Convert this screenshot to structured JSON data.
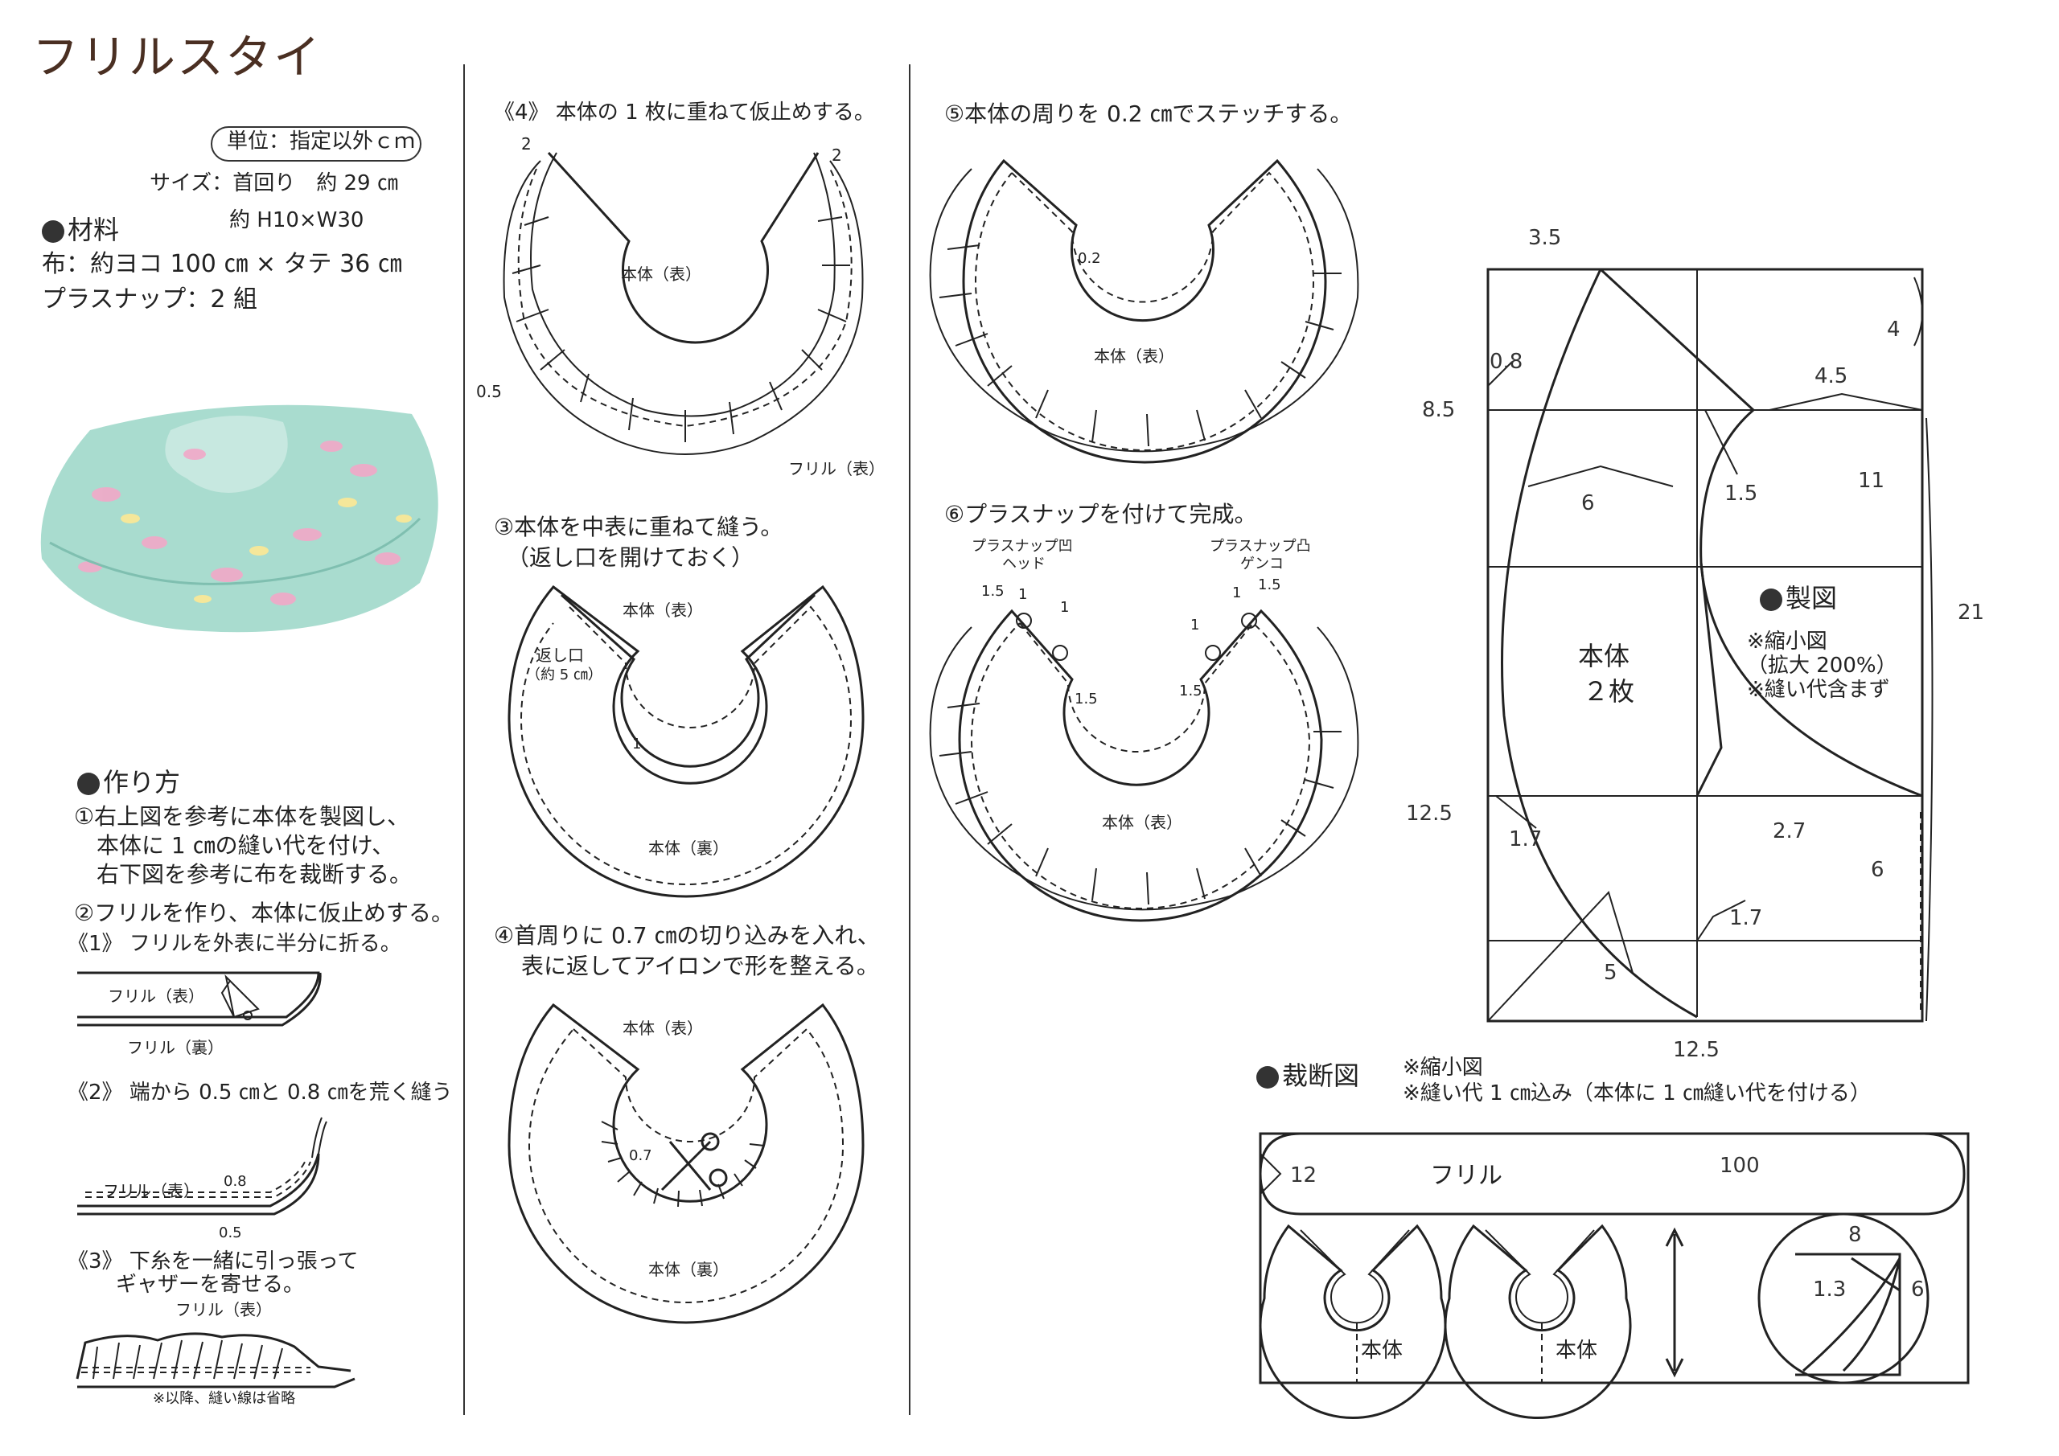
{
  "title": "フリルスタイ",
  "unit_badge": "単位：指定以外ｃｍ",
  "size_line1": "サイズ：首回り　約 29 ㎝",
  "size_line2": "約 H10×W30",
  "materials": {
    "heading": "材料",
    "fabric": "布：約ヨコ 100 ㎝ × タテ 36 ㎝",
    "snap": "プラスナップ：2 組"
  },
  "howto": {
    "heading": "作り方",
    "step1_a": "①右上図を参考に本体を製図し、",
    "step1_b": "本体に 1 ㎝の縫い代を付け、",
    "step1_c": "右下図を参考に布を裁断する。",
    "step2": "②フリルを作り、本体に仮止めする。",
    "sub1": "《1》 フリルを外表に半分に折る。",
    "sub1_lbl_top": "フリル（表）",
    "sub1_lbl_bot": "フリル（裏）",
    "sub2": "《2》 端から 0.5 ㎝と 0.8 ㎝を荒く縫う",
    "sub2_lbl": "フリル（表）",
    "sub2_08": "0.8",
    "sub2_05": "0.5",
    "sub3_a": "《3》 下糸を一緒に引っ張って",
    "sub3_b": "ギャザーを寄せる。",
    "sub3_lbl": "フリル（表）",
    "sub3_note": "※以降、縫い線は省略"
  },
  "col2": {
    "s4_title": "《4》 本体の 1 枚に重ねて仮止めする。",
    "s4_body": "本体（表）",
    "s4_frill": "フリル（表）",
    "s4_2a": "2",
    "s4_2b": "2",
    "s4_05": "0.5",
    "s3_title_a": "③本体を中表に重ねて縫う。",
    "s3_title_b": "（返し口を開けておく）",
    "s3_top": "本体（表）",
    "s3_gap_a": "返し口",
    "s3_gap_b": "（約 5 ㎝）",
    "s3_1": "1",
    "s3_bottom": "本体（裏）",
    "s4b_title_a": "④首周りに 0.7 ㎝の切り込みを入れ、",
    "s4b_title_b": "表に返してアイロンで形を整える。",
    "s4b_top": "本体（表）",
    "s4b_07": "0.7",
    "s4b_bottom": "本体（裏）"
  },
  "col3": {
    "s5_title": "⑤本体の周りを 0.2 ㎝でステッチする。",
    "s5_02": "0.2",
    "s5_body": "本体（表）",
    "s6_title": "⑥プラスナップを付けて完成。",
    "snap_left_a": "プラスナップ凹",
    "snap_left_b": "ヘッド",
    "snap_right_a": "プラスナップ凸",
    "snap_right_b": "ゲンコ",
    "d15a": "1.5",
    "d1a": "1",
    "d1b": "1",
    "d15b": "1.5",
    "d15c": "1.5",
    "d1c": "1",
    "d1d": "1",
    "d15d": "1.5",
    "s6_body": "本体（表）"
  },
  "pattern": {
    "d35": "3.5",
    "d08": "0.8",
    "d85": "8.5",
    "d45": "4.5",
    "d4": "4",
    "d15": "1.5",
    "d11": "11",
    "d6a": "6",
    "d21": "21",
    "body_a": "本体",
    "body_b": "２枚",
    "heading": "製図",
    "note1": "※縮小図",
    "note2": "（拡大 200%）",
    "note3": "※縫い代含まず",
    "d125l": "12.5",
    "d17a": "1.7",
    "d27": "2.7",
    "d6b": "6",
    "d17b": "1.7",
    "d5": "5",
    "d125b": "12.5"
  },
  "cutting": {
    "heading": "裁断図",
    "note1": "※縮小図",
    "note2": "※縫い代 1 ㎝込み（本体に 1 ㎝縫い代を付ける）",
    "d12": "12",
    "frill": "フリル",
    "d100": "100",
    "body1": "本体",
    "body2": "本体",
    "d8": "8",
    "d13": "1.3",
    "d6": "6"
  },
  "colors": {
    "title": "#4a2f22",
    "photo_bg": "#a9dccf",
    "pink": "#f2a8c8",
    "yellow": "#f5e79a"
  }
}
